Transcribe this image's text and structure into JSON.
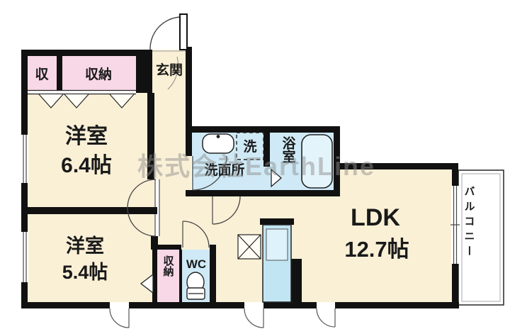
{
  "plan": {
    "bedroom_64": {
      "name": "洋室",
      "size": "6.4帖"
    },
    "bedroom_54": {
      "name": "洋室",
      "size": "5.4帖"
    },
    "ldk": {
      "name": "LDK",
      "size": "12.7帖"
    },
    "entrance": {
      "label": "玄関"
    },
    "storage_small": {
      "label": "収"
    },
    "storage_main": {
      "label": "収納"
    },
    "storage_lower": {
      "label": "収納"
    },
    "washroom": {
      "label": "洗面所"
    },
    "washer_space": {
      "label": "洗"
    },
    "bathroom": {
      "label": "浴室"
    },
    "toilet": {
      "label": "WC"
    },
    "balcony": {
      "label": "バルコニー"
    }
  },
  "watermark": {
    "text": "株式会社EarthLine"
  },
  "colors": {
    "room_fill": "#faf0d6",
    "storage_fill": "#f8d8e6",
    "wet_area_fill": "#cfeaf6",
    "kitchen_fill": "#c2e5f3",
    "wall": "#111111",
    "watermark": "#8e8e8e"
  }
}
